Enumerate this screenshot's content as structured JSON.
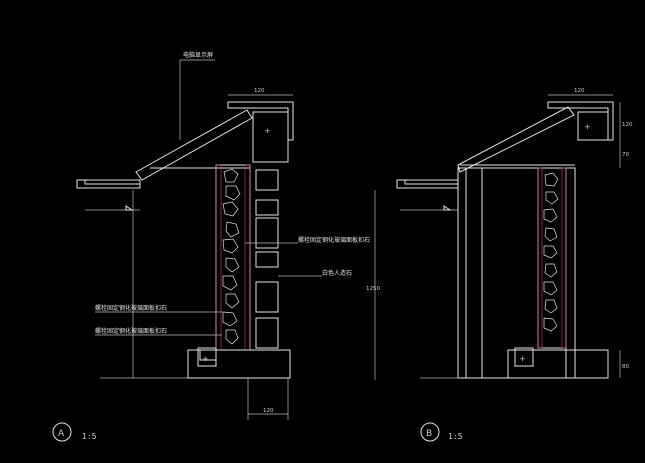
{
  "views": [
    {
      "tag": "A",
      "scale": "1:5",
      "labels": [
        "电脑显示屏",
        "螺栓固定钢化玻璃面板扣石",
        "白色人造石",
        "螺栓固定钢化玻璃面板扣石",
        "螺栓固定钢化玻璃面板扣石"
      ],
      "dims": [
        "120",
        "120"
      ]
    },
    {
      "tag": "B",
      "scale": "1:5",
      "dims": [
        "120",
        "120",
        "70",
        "1250",
        "80"
      ]
    }
  ],
  "colors": {
    "line": "#e6e6e6",
    "hatch": "#d63a8a",
    "background": "#000000"
  }
}
